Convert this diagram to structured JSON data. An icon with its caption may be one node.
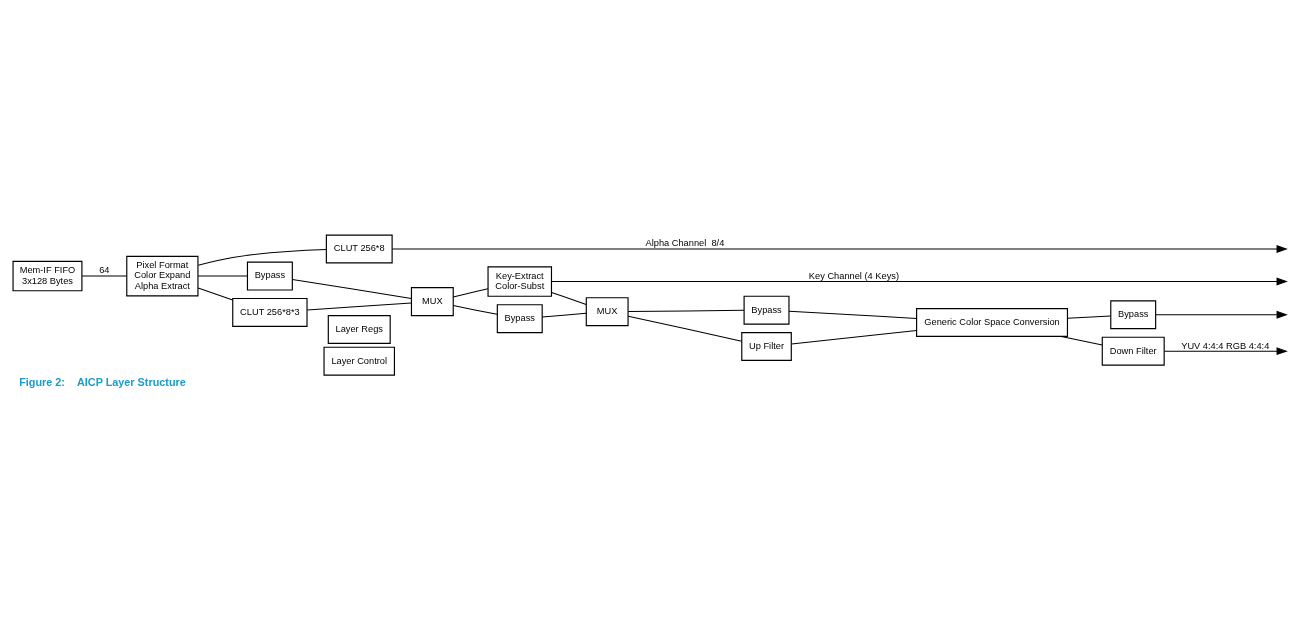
{
  "diagram": {
    "caption": "Figure 2:    AICP Layer Structure",
    "nodes": [
      {
        "text": [
          "Layer Control"
        ]
      },
      {
        "text": [
          "Layer Regs"
        ]
      },
      {
        "text": [
          "Mem-IF FIFO",
          "3x128 Bytes"
        ]
      },
      {
        "text": [
          "Pixel Format",
          "Color Expand",
          "Alpha Extract"
        ]
      },
      {
        "text": [
          "CLUT 256*8"
        ]
      },
      {
        "text": [
          "CLUT 256*8*3"
        ]
      },
      {
        "text": [
          "Bypass"
        ]
      },
      {
        "text": [
          "MUX"
        ]
      },
      {
        "text": [
          "Key-Extract",
          "Color-Subst"
        ]
      },
      {
        "text": [
          "Bypass"
        ]
      },
      {
        "text": [
          "MUX"
        ]
      },
      {
        "text": [
          "Up Filter"
        ]
      },
      {
        "text": [
          "Bypass"
        ]
      },
      {
        "text": [
          "Generic Color Space Conversion"
        ]
      },
      {
        "text": [
          "Down Filter"
        ]
      },
      {
        "text": [
          "Bypass"
        ]
      }
    ],
    "edges": [
      {
        "from": 2,
        "to": 3,
        "arrow": "none",
        "label": "64"
      },
      {
        "from": 3,
        "to": 4,
        "arrow": "none"
      },
      {
        "from": 4,
        "to": null,
        "arrow": "to",
        "label": "Alpha Channel  8/4"
      },
      {
        "from": 3,
        "to": 5,
        "arrow": "none"
      },
      {
        "from": 3,
        "to": 6,
        "arrow": "none"
      },
      {
        "from": 5,
        "to": 7,
        "arrow": "none"
      },
      {
        "from": 6,
        "to": 7,
        "arrow": "none"
      },
      {
        "from": 7,
        "to": 8,
        "arrow": "none"
      },
      {
        "from": 7,
        "to": 9,
        "arrow": "none"
      },
      {
        "from": 8,
        "to": null,
        "arrow": "to",
        "label": "Key Channel (4 Keys)"
      },
      {
        "from": 8,
        "to": 10,
        "arrow": "none"
      },
      {
        "from": 9,
        "to": 10,
        "arrow": "none"
      },
      {
        "from": 10,
        "to": 11,
        "arrow": "none"
      },
      {
        "from": 10,
        "to": 12,
        "arrow": "none"
      },
      {
        "from": 11,
        "to": 13,
        "arrow": "none"
      },
      {
        "from": 12,
        "to": 13,
        "arrow": "none"
      },
      {
        "from": 13,
        "to": 14,
        "arrow": "none"
      },
      {
        "from": 13,
        "to": 15,
        "arrow": "none"
      },
      {
        "from": 14,
        "to": null,
        "arrow": "to",
        "label": "YUV 4:4:4 RGB 4:4:4"
      },
      {
        "from": 15,
        "to": null,
        "arrow": "to"
      }
    ]
  }
}
